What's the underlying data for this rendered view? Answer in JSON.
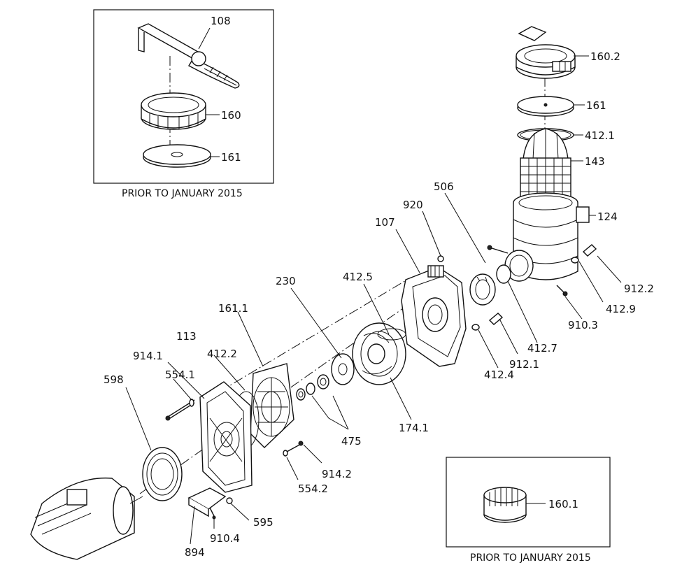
{
  "insets": [
    {
      "caption": "PRIOR TO JANUARY 2015"
    },
    {
      "caption": "PRIOR TO JANUARY 2015"
    }
  ],
  "labels": {
    "p108": "108",
    "p160": "160",
    "p161_inset": "161",
    "p160_2": "160.2",
    "p161": "161",
    "p412_1": "412.1",
    "p143": "143",
    "p124": "124",
    "p506": "506",
    "p920": "920",
    "p107": "107",
    "p412_5": "412.5",
    "p230": "230",
    "p161_1": "161.1",
    "p113": "113",
    "p412_2": "412.2",
    "p914_1": "914.1",
    "p554_1": "554.1",
    "p598": "598",
    "p912_2": "912.2",
    "p412_9": "412.9",
    "p910_3": "910.3",
    "p412_7": "412.7",
    "p912_1": "912.1",
    "p412_4": "412.4",
    "p174_1": "174.1",
    "p475": "475",
    "p914_2": "914.2",
    "p554_2": "554.2",
    "p595": "595",
    "p910_4": "910.4",
    "p894": "894",
    "p160_1": "160.1"
  }
}
